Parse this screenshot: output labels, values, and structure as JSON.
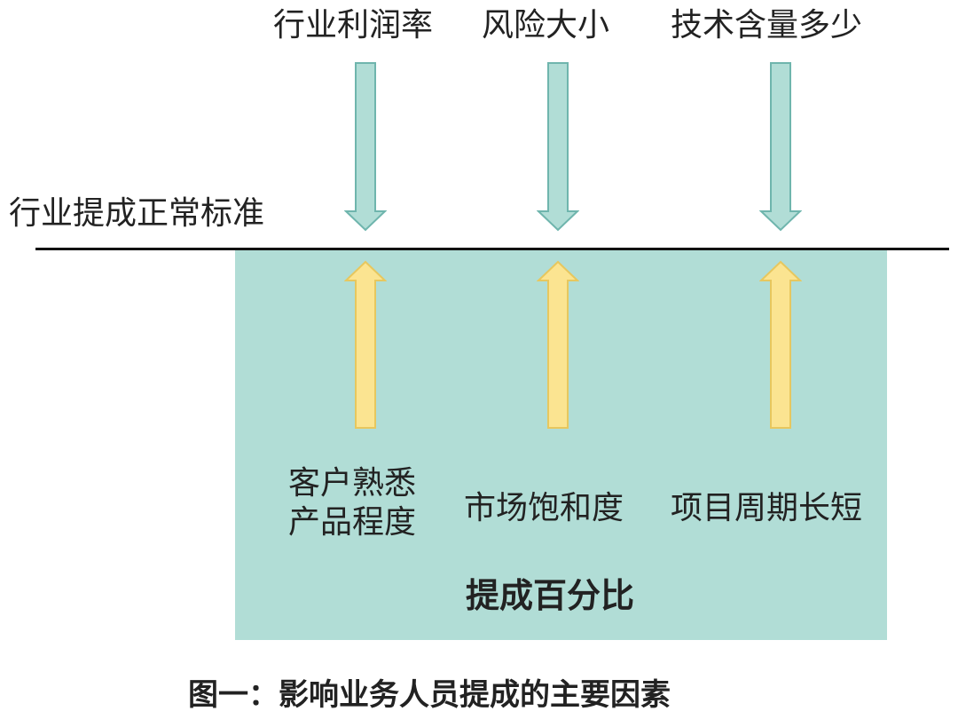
{
  "top_factors": [
    "行业利润率",
    "风险大小",
    "技术含量多少"
  ],
  "standard_label": "行业提成正常标准",
  "bottom_factors": [
    [
      "客户熟悉",
      "产品程度"
    ],
    [
      "市场饱和度"
    ],
    [
      "项目周期长短"
    ]
  ],
  "panel_title": "提成百分比",
  "caption": "图一：影响业务人员提成的主要因素",
  "colors": {
    "panel": "#b1ddd6",
    "down_arrow": "#b1ddd6",
    "down_arrow_stroke": "#6fb5ad",
    "up_arrow": "#fbe491",
    "up_arrow_stroke": "#e7c75e",
    "baseline": "#111111"
  }
}
